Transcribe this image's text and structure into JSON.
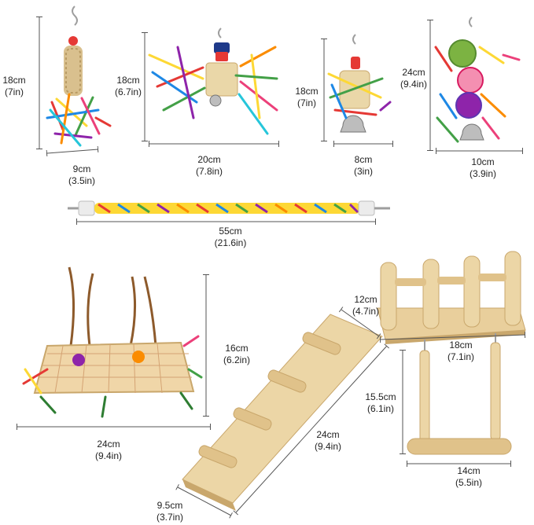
{
  "colors": {
    "background": "#ffffff",
    "dimension_line": "#555555",
    "label_text": "#222222",
    "wood": "#e9cf9c",
    "wood_dark": "#c9a76c",
    "loofah": "#ead7a8",
    "rope_colors": [
      "#e53935",
      "#fb8c00",
      "#fdd835",
      "#43a047",
      "#1e88e5",
      "#8e24aa"
    ],
    "metal": "#9e9e9e"
  },
  "products": [
    {
      "id": "toy-1",
      "name_icon": "loofah-shredder-toy-icon",
      "height": {
        "cm": "18cm",
        "in": "(7in)"
      },
      "width": {
        "cm": "9cm",
        "in": "(3.5in)"
      }
    },
    {
      "id": "toy-2",
      "name_icon": "paper-strip-bell-toy-icon",
      "height": {
        "cm": "18cm",
        "in": "(6.7in)"
      },
      "width": {
        "cm": "20cm",
        "in": "(7.8in)"
      }
    },
    {
      "id": "toy-3",
      "name_icon": "loofah-bell-toy-icon",
      "height": {
        "cm": "18cm",
        "in": "(7in)"
      },
      "width": {
        "cm": "8cm",
        "in": "(3in)"
      }
    },
    {
      "id": "toy-4",
      "name_icon": "rattan-ball-toy-icon",
      "height": {
        "cm": "24cm",
        "in": "(9.4in)"
      },
      "width": {
        "cm": "10cm",
        "in": "(3.9in)"
      }
    },
    {
      "id": "rope-perch",
      "name_icon": "rope-perch-icon",
      "length": {
        "cm": "55cm",
        "in": "(21.6in)"
      }
    },
    {
      "id": "foraging-basket",
      "name_icon": "bamboo-foraging-basket-icon",
      "height": {
        "cm": "16cm",
        "in": "(6.2in)"
      },
      "width": {
        "cm": "24cm",
        "in": "(9.4in)"
      }
    },
    {
      "id": "platform-ladder",
      "name_icon": "wooden-platform-ladder-swing-icon",
      "platform_depth": {
        "cm": "12cm",
        "in": "(4.7in)"
      },
      "platform_width": {
        "cm": "18cm",
        "in": "(7.1in)"
      },
      "swing_height": {
        "cm": "15.5cm",
        "in": "(6.1in)"
      },
      "swing_width": {
        "cm": "14cm",
        "in": "(5.5in)"
      },
      "ladder_length": {
        "cm": "24cm",
        "in": "(9.4in)"
      },
      "ladder_width": {
        "cm": "9.5cm",
        "in": "(3.7in)"
      }
    }
  ]
}
